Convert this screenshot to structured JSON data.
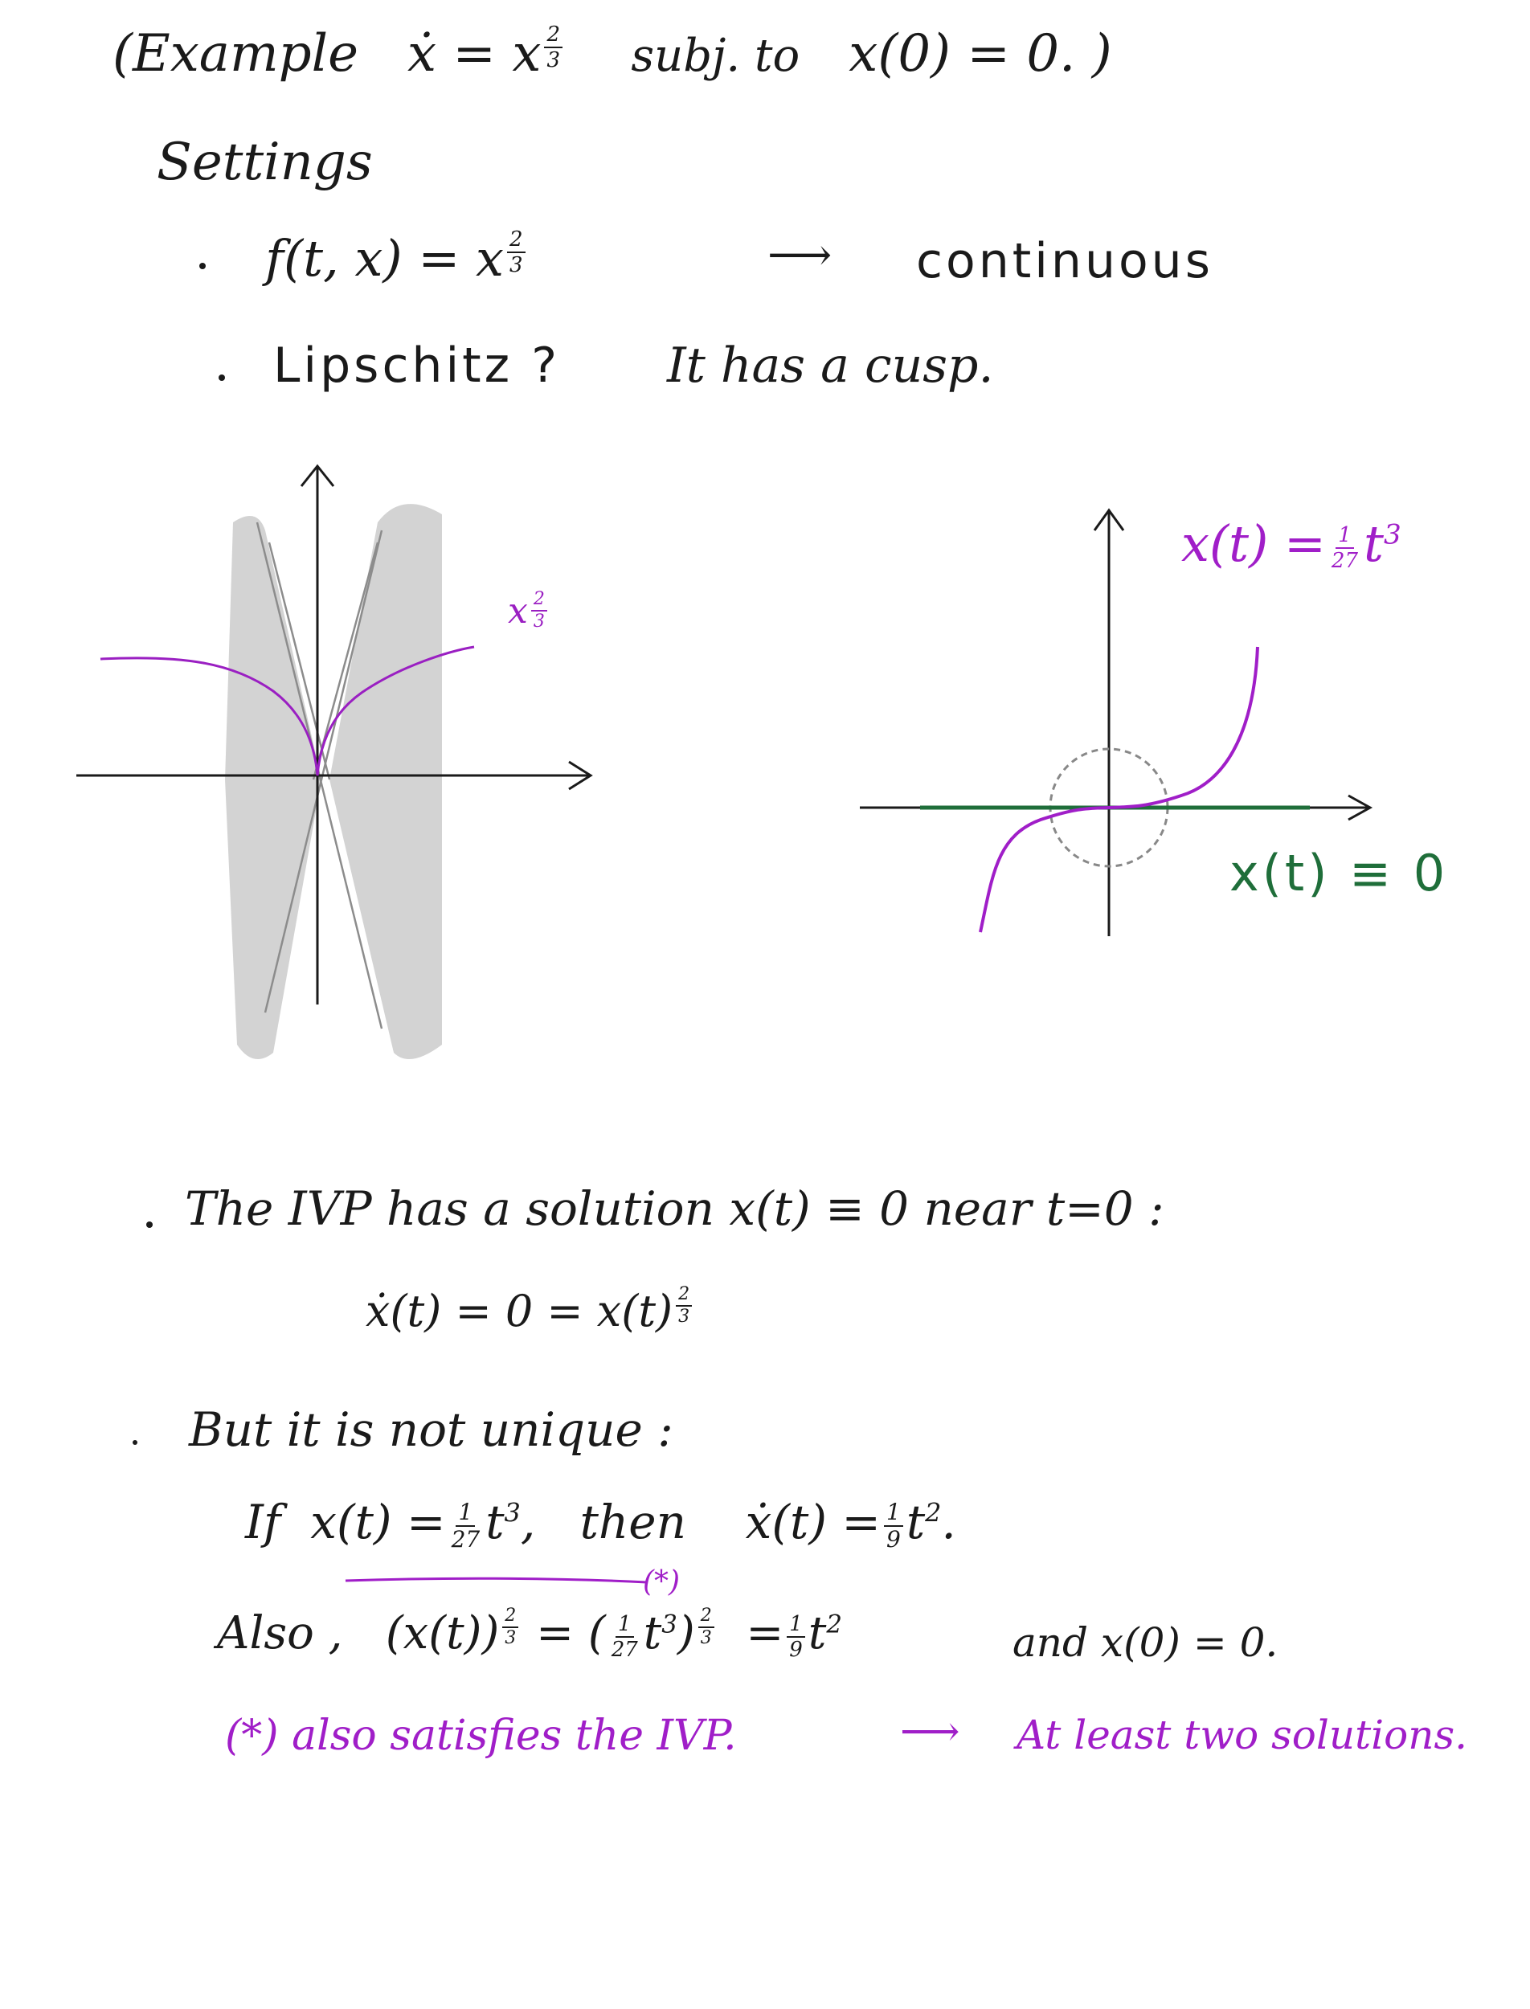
{
  "title": {
    "open": "(",
    "label": "Example",
    "equation": "ẋ = x",
    "exp_num": "2",
    "exp_den": "3",
    "subj": "subj. to",
    "ic": "x(0) = 0.",
    "close": ")"
  },
  "settings": {
    "heading": "Settings",
    "b1_lhs": "f(t, x) = x",
    "b1_exp_num": "2",
    "b1_exp_den": "3",
    "b1_arrow": "⟶",
    "b1_rhs": "continuous",
    "b2_lhs": "Lipschitz ?",
    "b2_rhs": "It has a cusp."
  },
  "graph_left": {
    "label": "x",
    "label_exp_num": "2",
    "label_exp_den": "3",
    "curve_color": "#9a1fc2",
    "shade_color": "#d3d3d3"
  },
  "graph_right": {
    "purple_label_lhs": "x(t) =",
    "purple_label_frac_num": "1",
    "purple_label_frac_den": "27",
    "purple_label_t": "t",
    "purple_label_exp": "3",
    "green_label": "x(t) ≡ 0",
    "purple_color": "#a01ec8",
    "green_color": "#1f6e3a"
  },
  "body": {
    "p1": "The IVP has a solution x(t) ≡ 0 near t=0 :",
    "p1_eq_lhs": "ẋ(t) = 0 = x(t)",
    "p1_eq_exp_num": "2",
    "p1_eq_exp_den": "3",
    "p2": "But it is not unique :",
    "if_word": "If",
    "if_lhs": "x(t) =",
    "if_frac_num": "1",
    "if_frac_den": "27",
    "if_t": "t",
    "if_exp": "3",
    "if_comma": ",",
    "then_word": "then",
    "then_lhs": "ẋ(t) =",
    "then_frac_num": "1",
    "then_frac_den": "9",
    "then_t": "t",
    "then_exp": "2",
    "then_end": ".",
    "star": "(*)",
    "also_word": "Also ,",
    "also_lhs": "(x(t))",
    "also_exp_num": "2",
    "also_exp_den": "3",
    "also_eq1": "= (",
    "also_frac_num": "1",
    "also_frac_den": "27",
    "also_t3": "t",
    "also_t3_exp": "3",
    "also_close": ")",
    "also_exp2_num": "2",
    "also_exp2_den": "3",
    "also_eq2": "=",
    "also_frac2_num": "1",
    "also_frac2_den": "9",
    "also_t2": "t",
    "also_t2_exp": "2",
    "also_and": "and x(0) = 0.",
    "concl_left": "(*) also satisfies the IVP.",
    "concl_arrow": "⟶",
    "concl_right": "At least two solutions."
  },
  "colors": {
    "ink": "#1a1a1a",
    "purple": "#a01ec8",
    "green": "#1f6e3a",
    "gray": "#d3d3d3"
  }
}
